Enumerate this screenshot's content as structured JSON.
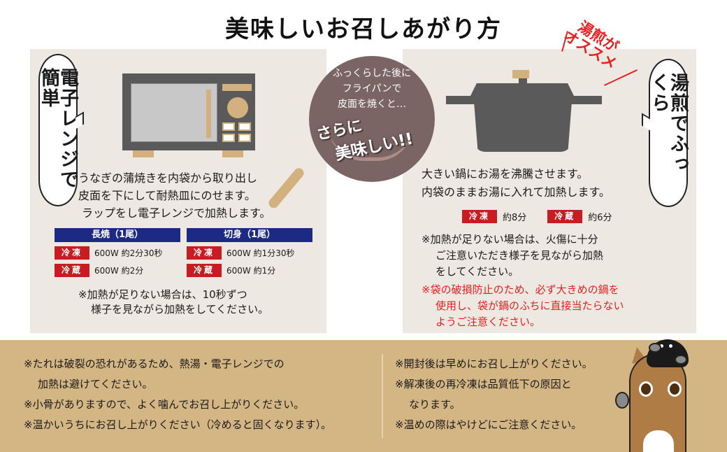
{
  "title": "美味しいお召しあがり方",
  "microwave_section": {
    "bubble_label": "電子レンジで簡単",
    "instructions": [
      "うなぎの蒲焼きを内袋から取り出し",
      "皮面を下にして耐熱皿にのせます。",
      "ラップをし電子レンジで加熱します。"
    ],
    "tables": [
      {
        "header": "長焼（1尾）",
        "rows": [
          {
            "tag": "冷凍",
            "value": "600W 約2分30秒"
          },
          {
            "tag": "冷蔵",
            "value": "600W 約2分"
          }
        ]
      },
      {
        "header": "切身（1尾）",
        "rows": [
          {
            "tag": "冷凍",
            "value": "600W 約1分30秒"
          },
          {
            "tag": "冷蔵",
            "value": "600W 約1分"
          }
        ]
      }
    ],
    "note": [
      "※加熱が足りない場合は、10秒ずつ",
      "様子を見ながら加熱をしてください。"
    ]
  },
  "pan_tip": {
    "lines": [
      "ふっくらした後に",
      "フライパンで",
      "皮面を焼くと…"
    ],
    "highlight_1": "さらに",
    "highlight_2": "美味しい!!"
  },
  "boil_section": {
    "recommend_label_1": "湯煎が",
    "recommend_label_2": "オススメ",
    "bubble_label": "湯煎でふっくら",
    "instructions": [
      "大きい鍋にお湯を沸騰させます。",
      "内袋のままお湯に入れて加熱します。"
    ],
    "times": [
      {
        "tag": "冷凍",
        "value": "約8分"
      },
      {
        "tag": "冷蔵",
        "value": "約6分"
      }
    ],
    "note": [
      "※加熱が足りない場合は、火傷に十分",
      "ご注意いただき様子を見ながら加熱",
      "をしてください。"
    ],
    "warning": [
      "※袋の破損防止のため、必ず大きめの鍋を",
      "使用し、袋が鍋のふちに直接当たらない",
      "ようご注意ください。"
    ]
  },
  "bottom_notes": {
    "left": [
      "※たれは破裂の恐れがあるため、熱湯・電子レンジでの",
      "加熱は避けてください。",
      "※小骨がありますので、よく噛んでお召し上がりください。",
      "※温かいうちにお召し上がりください（冷めると固くなります）。"
    ],
    "right": [
      "※開封後は早めにお召し上がりください。",
      "※解凍後の再冷凍は品質低下の原因と",
      "なります。",
      "※温めの際はやけどにご注意ください。"
    ]
  },
  "colors": {
    "panel_bg": "#ede8e1",
    "band_bg": "#d4b584",
    "table_header": "#1c2a83",
    "tag_red": "#c71c22",
    "warning_red": "#e81f1f",
    "appliance_gray": "#5a5a5a",
    "accent_tan": "#d3b17e",
    "pan_brown": "#7b6464"
  }
}
